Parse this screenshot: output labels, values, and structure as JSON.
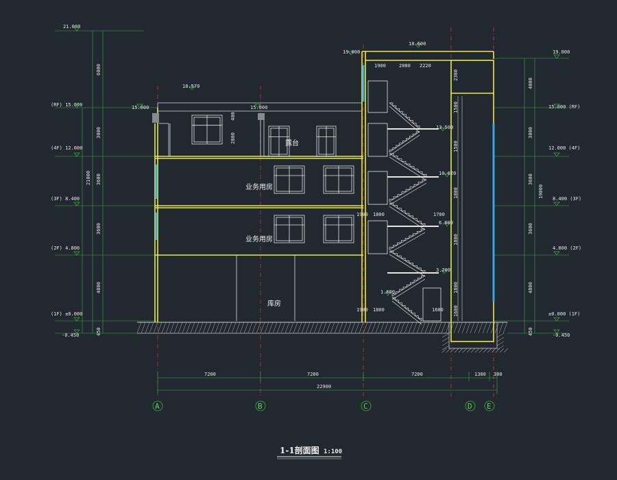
{
  "title": "1-1剖面图",
  "scale": "1:100",
  "rooms": [
    "露台",
    "业务用房",
    "业务用房",
    "库房"
  ],
  "axes": [
    "A",
    "B",
    "C",
    "D",
    "E"
  ],
  "bottom_dims": [
    "7200",
    "7200",
    "7200",
    "1300",
    "300"
  ],
  "total_dim": "22900",
  "left_levels": [
    {
      "text": "21.000"
    },
    {
      "text": "(RF) 15.000"
    },
    {
      "text": "(4F) 12.000"
    },
    {
      "text": "(3F) 8.400"
    },
    {
      "text": "(2F) 4.800"
    },
    {
      "text": "(1F) ±0.000"
    },
    {
      "text": "-0.450"
    }
  ],
  "right_levels": [
    {
      "text": "19.000"
    },
    {
      "text": "15.000  (RF)"
    },
    {
      "text": "12.000  (4F)"
    },
    {
      "text": "8.400  (3F)"
    },
    {
      "text": "4.800  (2F)"
    },
    {
      "text": "±0.000  (1F)"
    },
    {
      "text": "-0.450"
    }
  ],
  "left_dims": [
    "6000",
    "3000",
    "3600",
    "3600",
    "4800",
    "450"
  ],
  "left_total": "21000",
  "right_dims": [
    "4000",
    "3000",
    "3600",
    "3600",
    "4800",
    "450"
  ],
  "right_total": "19000",
  "roof_levels": [
    "18.570",
    "15.000",
    "15.000",
    "19.000",
    "18.600"
  ],
  "stair_levels": [
    "13.500",
    "10.020",
    "6.600",
    "3.200",
    "1.600"
  ],
  "top_dims": [
    "1900",
    "2080",
    "2220"
  ],
  "small_dims": [
    "400",
    "2800",
    "1900",
    "1800",
    "1700",
    "1500",
    "1500",
    "1800",
    "1800",
    "1800",
    "1600",
    "2300",
    "1900",
    "1800",
    "1600"
  ]
}
